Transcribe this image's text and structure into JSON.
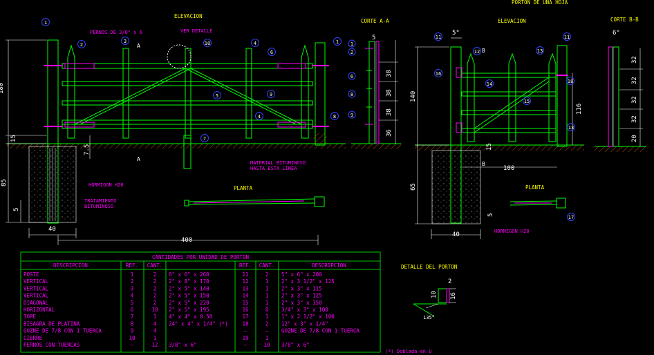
{
  "colors": {
    "bg": "#000000",
    "green": "#00ff00",
    "magenta": "#ff00ff",
    "yellow": "#ffff00",
    "cyan": "#00ffff",
    "blue": "#3344ff",
    "white": "#ffffff",
    "red": "#ff2020",
    "brown": "#aa4400"
  },
  "titles": {
    "elevacion1": "ELEVACION",
    "portonTitle": "PORTON DE UNA HOJA",
    "corteA": "CORTE A-A",
    "elevacion2": "ELEVACION",
    "corteB": "CORTE B-B",
    "planta1": "PLANTA",
    "planta2": "PLANTA",
    "detalle": "DETALLE DEL PORTON"
  },
  "labels": {
    "pernos": "PERNOS DE 3/8\" x 6",
    "verDetalle": "VER DETALLE",
    "materialBit": "MATERIAL BITUMINOSO",
    "hastaLinea": "HASTA ESTA LINEA",
    "hormigon1": "HORMIGON H20",
    "tratamiento": "TRATAMIENTO",
    "bituminoso": "BITUMINOSO",
    "hormigon2": "HORMIGON H20",
    "dobladaU": "(*) Doblada en U",
    "sectionA": "A",
    "sectionB": "B"
  },
  "dims": {
    "d180": "180",
    "d15": "15",
    "d75": "7.5",
    "d85": "85",
    "d5a": "5",
    "d40a": "40",
    "d400": "400",
    "d5b": "5",
    "d38a": "38",
    "d38b": "38",
    "d38c": "38",
    "d36": "36",
    "d5in": "5\"",
    "d140": "140",
    "d116": "116",
    "d15b": "15",
    "d100": "100",
    "d65": "65",
    "d5c": "5",
    "d40b": "40",
    "d6in": "6\"",
    "d32a": "32",
    "d32b": "32",
    "d32c": "32",
    "d32d": "32",
    "d20": "20",
    "dd2": "2",
    "dd10": "10",
    "dd16": "16",
    "dd135": "135°"
  },
  "callouts": {
    "c1": "1",
    "c2": "2",
    "c3": "3",
    "c4": "4",
    "c5": "5",
    "c6": "6",
    "c7": "7",
    "c8": "8",
    "c9": "9",
    "c10": "10",
    "c11": "11",
    "c12": "12",
    "c13": "13",
    "c14": "14",
    "c15": "15",
    "c16": "16",
    "c17": "17",
    "c18": "18"
  },
  "table": {
    "title": "CANTIDADES POR UNIDAD DE PORTON",
    "headers": [
      "DESCRIPCION",
      "REF.",
      "CANT.",
      "",
      "REF.",
      "CANT.",
      "DESCRIPCION"
    ],
    "rows": [
      [
        "POSTE",
        "1",
        "2",
        "6\" x 6\" x 260",
        "11",
        "2",
        "5\" x 6\" x 200"
      ],
      [
        "VERTICAL",
        "2",
        "2",
        "2\" x 8\" x 170",
        "12",
        "1",
        "2\" x 3 1/2\" x 125"
      ],
      [
        "VERTICAL",
        "3",
        "2",
        "2\" x 5\" x 140",
        "13",
        "1",
        "2\" x 3\" x 115"
      ],
      [
        "VERTICAL",
        "4",
        "2",
        "2\" x 5\" x 150",
        "14",
        "1",
        "2\" x 3\" x 125"
      ],
      [
        "DIAGONAL",
        "5",
        "2",
        "2\" x 5\" x 220",
        "15",
        "1",
        "2\" x 3\" x 150"
      ],
      [
        "HORIZONTAL",
        "6",
        "18",
        "2\" x 5\" x 195",
        "16",
        "8",
        "3/4\" x 3\" x 100"
      ],
      [
        "TOPE",
        "7",
        "1",
        "4\" x 4\" x 0.50",
        "17",
        "1",
        "1\" x 2 1/2\" x 100"
      ],
      [
        "BISAGRA DE PLATINA",
        "8",
        "4",
        "24\" x 4\" x 1/4\" (*)",
        "18",
        "2",
        "12\" x 3\" x 1/4\""
      ],
      [
        "GOZNE DE 7/8 CON 1 TUERCA",
        "9",
        "4",
        "",
        "—",
        "—",
        "GOZNE DE 7/8 CON 1 TUERCA"
      ],
      [
        "CIERRE",
        "10",
        "1",
        "",
        "19",
        "1",
        ""
      ],
      [
        "PERNOS CON TUERCAS",
        "—",
        "12",
        "3/8\" x 6\"",
        "—",
        "10",
        "3/8\" x 6\""
      ]
    ]
  }
}
